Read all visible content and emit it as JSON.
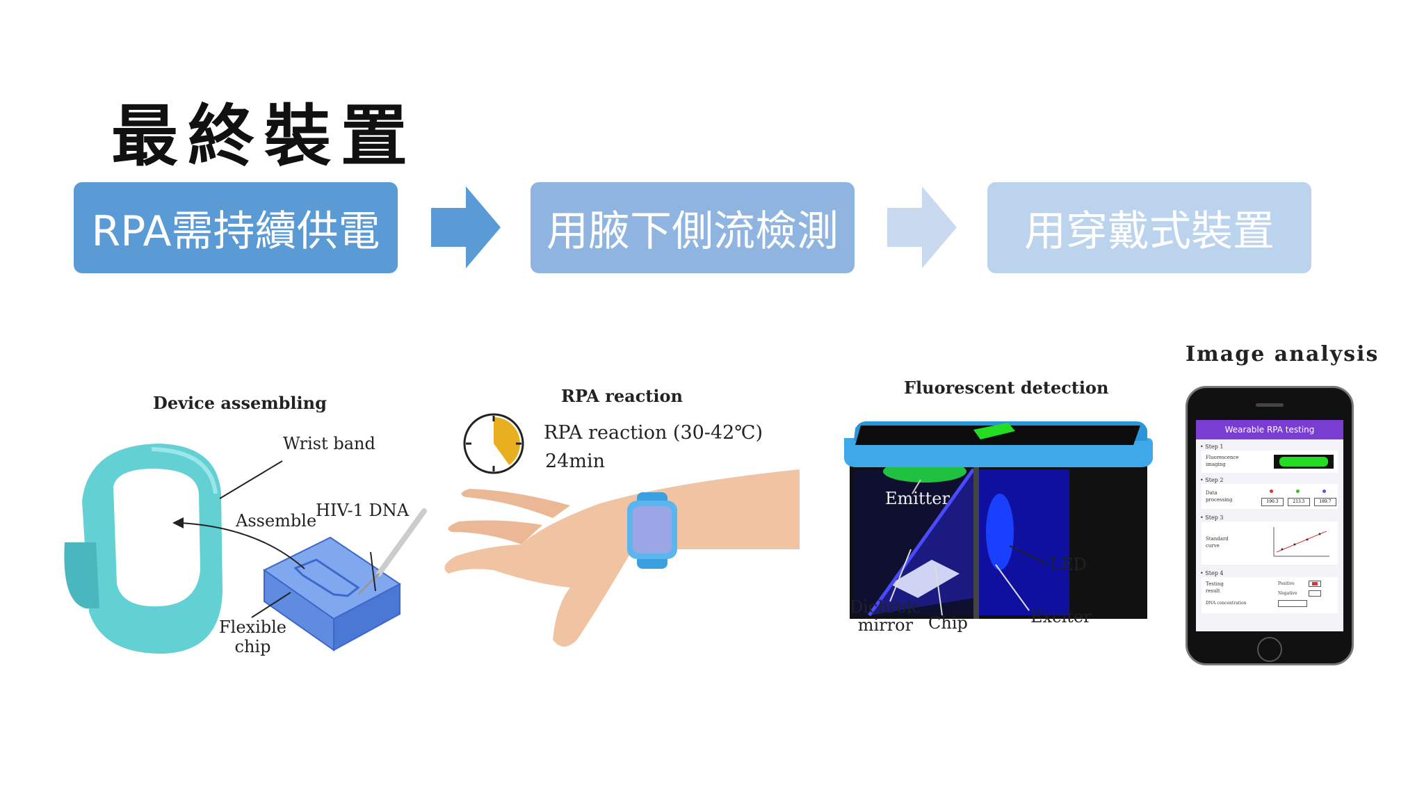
{
  "slide": {
    "title": "最終裝置",
    "steps": [
      {
        "label": "RPA需持續供電",
        "color": "#5b9bd5"
      },
      {
        "label": "用腋下側流檢測",
        "color": "#8fb4e0"
      },
      {
        "label": "用穿戴式裝置",
        "color": "#bcd3ee"
      }
    ]
  },
  "figure": {
    "device": {
      "heading": "Device assembling",
      "wrist_band": "Wrist band",
      "assemble": "Assemble",
      "hiv_dna": "HIV-1 DNA",
      "flexible_chip": [
        "Flexible",
        "chip"
      ]
    },
    "rpa": {
      "heading": "RPA reaction",
      "condition": "RPA reaction (30-42℃)",
      "time": "24min",
      "timer_fraction": 0.4
    },
    "fluor": {
      "heading": "Fluorescent detection",
      "emitter": "Emitter",
      "led": "LED",
      "dichroic": [
        "Dichroic",
        "mirror"
      ],
      "chip": "Chip",
      "exciter": "Exciter"
    },
    "image": {
      "heading": "Image analysis",
      "app_title": "Wearable RPA testing",
      "step1": "• Step 1",
      "fluor_imaging": [
        "Fluorescence",
        "imaging"
      ],
      "step2": "• Step 2",
      "data_processing": [
        "Data",
        "processing"
      ],
      "step2_values": [
        "190.3",
        "213.5",
        "189.7"
      ],
      "step3": "• Step 3",
      "standard_curve": [
        "Standard",
        "curve"
      ],
      "step4": "• Step 4",
      "testing_result": [
        "Testing",
        "result"
      ],
      "positive": "Positive",
      "negative": "Negative",
      "dna_conc": "DNA concentration"
    }
  }
}
